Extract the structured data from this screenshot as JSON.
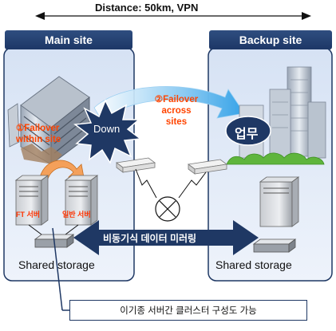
{
  "distance_label": "Distance: 50km, VPN",
  "main_site": {
    "title": "Main site",
    "failover_label": "①Failover\nwithin site",
    "down_label": "Down",
    "server_ft_label": "FT 서버",
    "server_general_label": "일반 서버",
    "storage_label": "Shared storage"
  },
  "backup_site": {
    "title": "Backup site",
    "business_label": "업무",
    "storage_label": "Shared storage"
  },
  "cross_failover_label": "②Failover\nacross\nsites",
  "mirroring_label": "비동기식 데이터 미러링",
  "callout_text": "이기종 서버간 클러스터 구성도 가능",
  "colors": {
    "site_panel": "#e3ecf8",
    "site_border": "#1f3864",
    "title_bar": "#1d3766",
    "failover_text": "#ff4400",
    "mirror_arrow": "#1f3864",
    "down_burst": "#1f3864"
  }
}
